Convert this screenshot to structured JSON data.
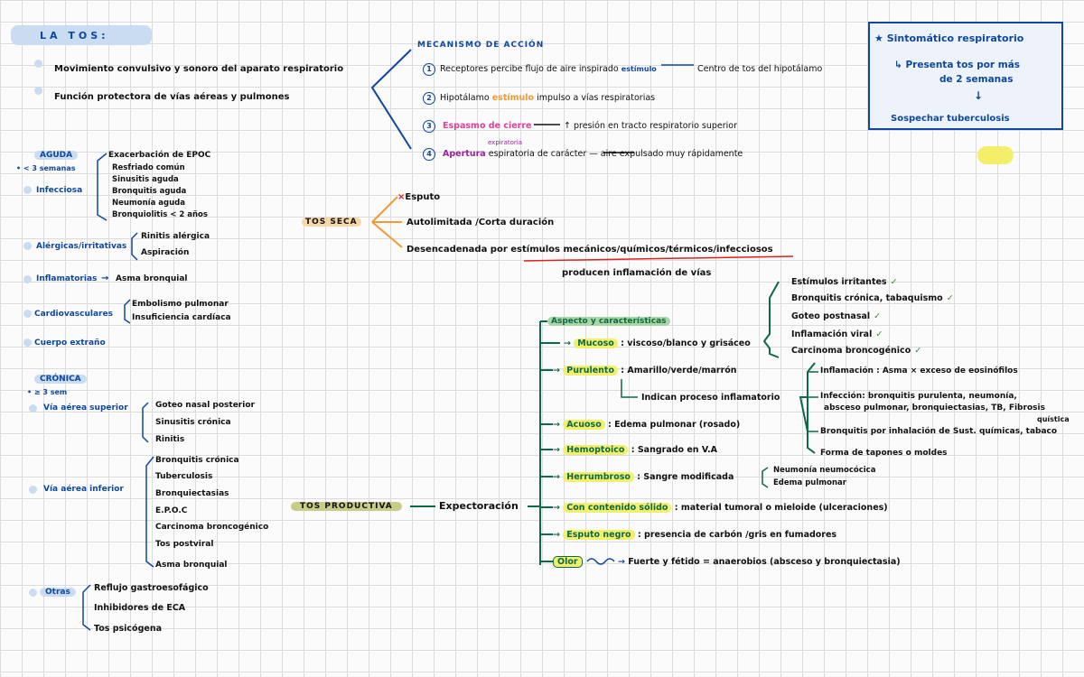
{
  "title": "LA TOS:",
  "intro": {
    "item1": "Movimiento convulsivo y sonoro del aparato respiratorio",
    "item2": "Función protectora de vías aéreas y pulmones"
  },
  "mechanism": {
    "heading": "MECANISMO DE ACCIÓN",
    "steps": [
      {
        "n": "1",
        "pre": "Receptores percibe flujo de aire inspirado",
        "mark": "estímulo",
        "post": "Centro de tos del hipotálamo"
      },
      {
        "n": "2",
        "pre": "Hipotálamo",
        "mark": "estímulo",
        "post": "impulso a vías respiratorias"
      },
      {
        "n": "3",
        "pre": "",
        "mark": "Espasmo de cierre",
        "post": "↑ presión en tracto respiratorio superior"
      },
      {
        "n": "4",
        "pre": "",
        "mark": "Apertura",
        "post": "espiratoria de carácter — aire expulsado muy rápidamente",
        "super": "expiratoria"
      }
    ]
  },
  "callout": {
    "title": "★ Sintomático respiratorio",
    "line1": "↳ Presenta tos por más",
    "line2": "de 2 semanas",
    "arrow": "↓",
    "line3": "Sospechar tuberculosis"
  },
  "aguda": {
    "label": "AGUDA",
    "duration": "• < 3 semanas",
    "infecciosa": {
      "label": "Infecciosa",
      "items": [
        "Exacerbación de EPOC",
        "Resfriado común",
        "Sinusitis aguda",
        "Bronquitis aguda",
        "Neumonía aguda",
        "Bronquiolitis < 2 años"
      ]
    },
    "alergicas": {
      "label": "Alérgicas/irritativas",
      "items": [
        "Rinitis alérgica",
        "Aspiración"
      ]
    },
    "inflamatorias": {
      "label": "Inflamatorias",
      "item": "Asma bronquial"
    },
    "cardiovasculares": {
      "label": "Cardiovasculares",
      "items": [
        "Embolismo pulmonar",
        "Insuficiencia cardíaca"
      ]
    },
    "cuerpo": {
      "label": "Cuerpo extraño"
    }
  },
  "cronica": {
    "label": "CRÓNICA",
    "duration": "• ≥ 3 sem",
    "superior": {
      "label": "Vía aérea superior",
      "items": [
        "Goteo nasal posterior",
        "Sinusitis crónica",
        "Rinitis"
      ]
    },
    "inferior": {
      "label": "Vía aérea inferior",
      "items": [
        "Bronquitis crónica",
        "Tuberculosis",
        "Bronquiectasias",
        "E.P.O.C",
        "Carcinoma broncogénico",
        "Tos postviral",
        "Asma bronquial"
      ]
    },
    "otras": {
      "label": "Otras",
      "items": [
        "Reflujo gastroesofágico",
        "Inhibidores de ECA",
        "Tos psicógena"
      ]
    }
  },
  "tos_seca": {
    "label": "TOS SECA",
    "branches": [
      {
        "prefix": "×",
        "text": "Esputo"
      },
      {
        "prefix": "",
        "text": "Autolimitada /Corta duración"
      },
      {
        "prefix": "",
        "text": "Desencadenada por estímulos mecánicos/químicos/térmicos/infecciosos"
      }
    ],
    "sub": "producen inflamación de vías"
  },
  "tos_productiva": {
    "label": "TOS PRODUCTIVA",
    "node": "Expectoración",
    "aspecto": {
      "label": "Aspecto y características",
      "mucoso": {
        "label": "Mucoso",
        "text": "viscoso/blanco y grisáceo"
      },
      "mucoso_items": [
        "Estímulos irritantes",
        "Bronquitis crónica, tabaquismo",
        "Goteo postnasal",
        "Inflamación viral",
        "Carcinoma broncogénico"
      ],
      "purulento": {
        "label": "Purulento",
        "text": "Amarillo/verde/marrón"
      },
      "purulento_sub": "Indican proceso inflamatorio",
      "purulento_items": [
        "Inflamación : Asma × exceso de eosinófilos",
        "Infección: bronquitis purulenta, neumonía,",
        "absceso pulmonar, bronquiectasias, TB, Fibrosis",
        "quística",
        "Bronquitis por inhalación de Sust. químicas, tabaco",
        "Forma de tapones o moldes"
      ],
      "acuoso": {
        "label": "Acuoso",
        "text": "Edema pulmonar (rosado)"
      },
      "hemoptoico": {
        "label": "Hemoptoico",
        "text": "Sangrado en V.A"
      },
      "herrumbroso": {
        "label": "Herrumbroso",
        "text": "Sangre modificada"
      },
      "herrumbroso_items": [
        "Neumonía neumocócica",
        "Edema pulmonar"
      ],
      "solido": {
        "label": "Con contenido sólido",
        "text": "material tumoral o mieloide (ulceraciones)"
      },
      "negro": {
        "label": "Esputo negro",
        "text": "presencia de carbón /gris en fumadores"
      },
      "olor": {
        "label": "Olor",
        "text": "Fuerte y fétido = anaerobios (absceso y bronquiectasia)"
      }
    }
  }
}
